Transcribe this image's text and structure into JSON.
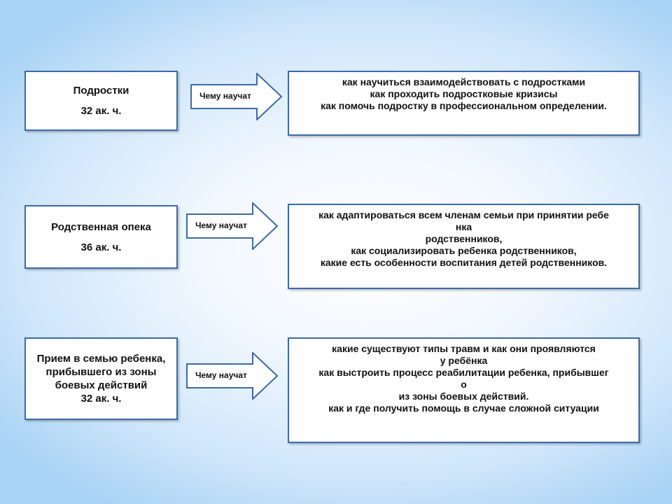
{
  "rows": [
    {
      "topic": [
        "Подростки"
      ],
      "hours": "32 ак. ч.",
      "arrow_label": "Чему научат",
      "outcomes": [
        "как научиться взаимодействовать с подростками",
        "как проходить подростковые кризисы",
        "как помочь подростку в профессиональном определении."
      ]
    },
    {
      "topic": [
        "Родственная опека"
      ],
      "hours": "36 ак. ч.",
      "arrow_label": "Чему научат",
      "outcomes": [
        "как адаптироваться всем членам семьи при принятии ребе",
        "нка",
        "родственников,",
        "как социализировать ребенка родственников,",
        "какие есть особенности воспитания детей родственников."
      ]
    },
    {
      "topic": [
        "Прием в семью ребенка,",
        "прибывшего из зоны",
        "боевых действий"
      ],
      "hours": "32 ак. ч.",
      "arrow_label": "Чему научат",
      "outcomes": [
        "какие существуют типы травм и как они проявляются",
        "у ребёнка",
        "как выстроить процесс реабилитации ребенка, прибывшег",
        "о",
        "из зоны боевых действий.",
        "как и где получить помощь в случае сложной ситуации"
      ]
    }
  ],
  "colors": {
    "border": "#3d6aa6",
    "background_edge": "#a9d3f5"
  }
}
